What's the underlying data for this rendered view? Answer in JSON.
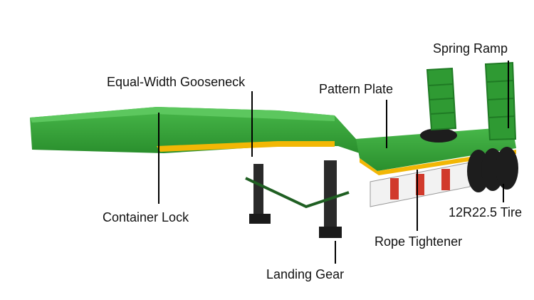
{
  "labels": {
    "gooseneck": "Equal-Width Gooseneck",
    "pattern_plate": "Pattern Plate",
    "spring_ramp": "Spring Ramp",
    "container_lock": "Container Lock",
    "landing_gear": "Landing Gear",
    "rope_tightener": "Rope Tightener",
    "tire": "12R22.5 Tire"
  },
  "colors": {
    "body_green": "#35a637",
    "dark_green": "#1f7a24",
    "stripe_yellow": "#f2b705",
    "tire_black": "#1d1d1d",
    "skirt_red": "#d13a2c",
    "skirt_white": "#f2f2f2",
    "leg_black": "#2a2a2a"
  }
}
